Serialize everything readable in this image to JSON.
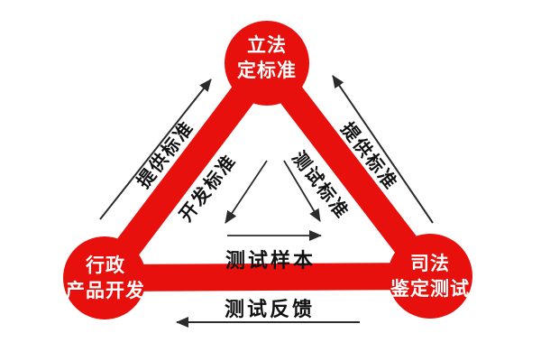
{
  "nodes": {
    "top": {
      "line1": "立法",
      "line2": "定标准"
    },
    "bottom_left": {
      "line1": "行政",
      "line2": "产品开发"
    },
    "bottom_right": {
      "line1": "司法",
      "line2": "鉴定测试"
    }
  },
  "edges": {
    "left_outer": {
      "label": "提供标准",
      "direction": "up-to-top-node"
    },
    "left_inner": {
      "label": "开发标准",
      "direction": "down-to-bottom-left"
    },
    "right_inner": {
      "label": "测试标准",
      "direction": "down-to-bottom-right"
    },
    "right_outer": {
      "label": "提供标准",
      "direction": "up-to-top-node"
    },
    "center": {
      "label": "测试样本",
      "direction": "left-to-right"
    },
    "bottom": {
      "label": "测试反馈",
      "direction": "right-to-left"
    }
  },
  "colors": {
    "node_fill": "#e8100c",
    "node_text": "#ffffff",
    "label_text": "#111111",
    "arrow": "#2b2b2b",
    "background": "#ffffff"
  }
}
